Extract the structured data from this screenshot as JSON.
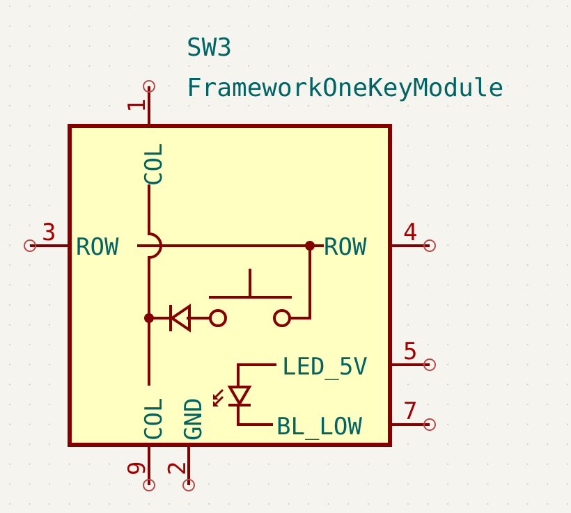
{
  "component": {
    "reference": "SW3",
    "value": "FrameworkOneKeyModule"
  },
  "colors": {
    "background": "#f5f4ef",
    "body_fill": "#ffffc2",
    "body_stroke": "#840000",
    "wire": "#840000",
    "pin_number": "#a40000",
    "pin_name_text": "#006464",
    "pin_endpoint": "#b84a4a",
    "grid_dot": "#c8c8c4"
  },
  "pins": [
    {
      "number": "1",
      "name": "COL",
      "side": "top"
    },
    {
      "number": "3",
      "name": "ROW",
      "side": "left"
    },
    {
      "number": "4",
      "name": "ROW",
      "side": "right"
    },
    {
      "number": "5",
      "name": "LED_5V",
      "side": "right"
    },
    {
      "number": "7",
      "name": "BL_LOW",
      "side": "right"
    },
    {
      "number": "9",
      "name": "COL",
      "side": "bottom"
    },
    {
      "number": "2",
      "name": "GND",
      "side": "bottom"
    }
  ],
  "symbols": {
    "pushbutton": "push-button-switch",
    "diode": "diode",
    "led": "light-emitting-diode",
    "junctions": 2,
    "wire_crossover": "hop-over"
  }
}
